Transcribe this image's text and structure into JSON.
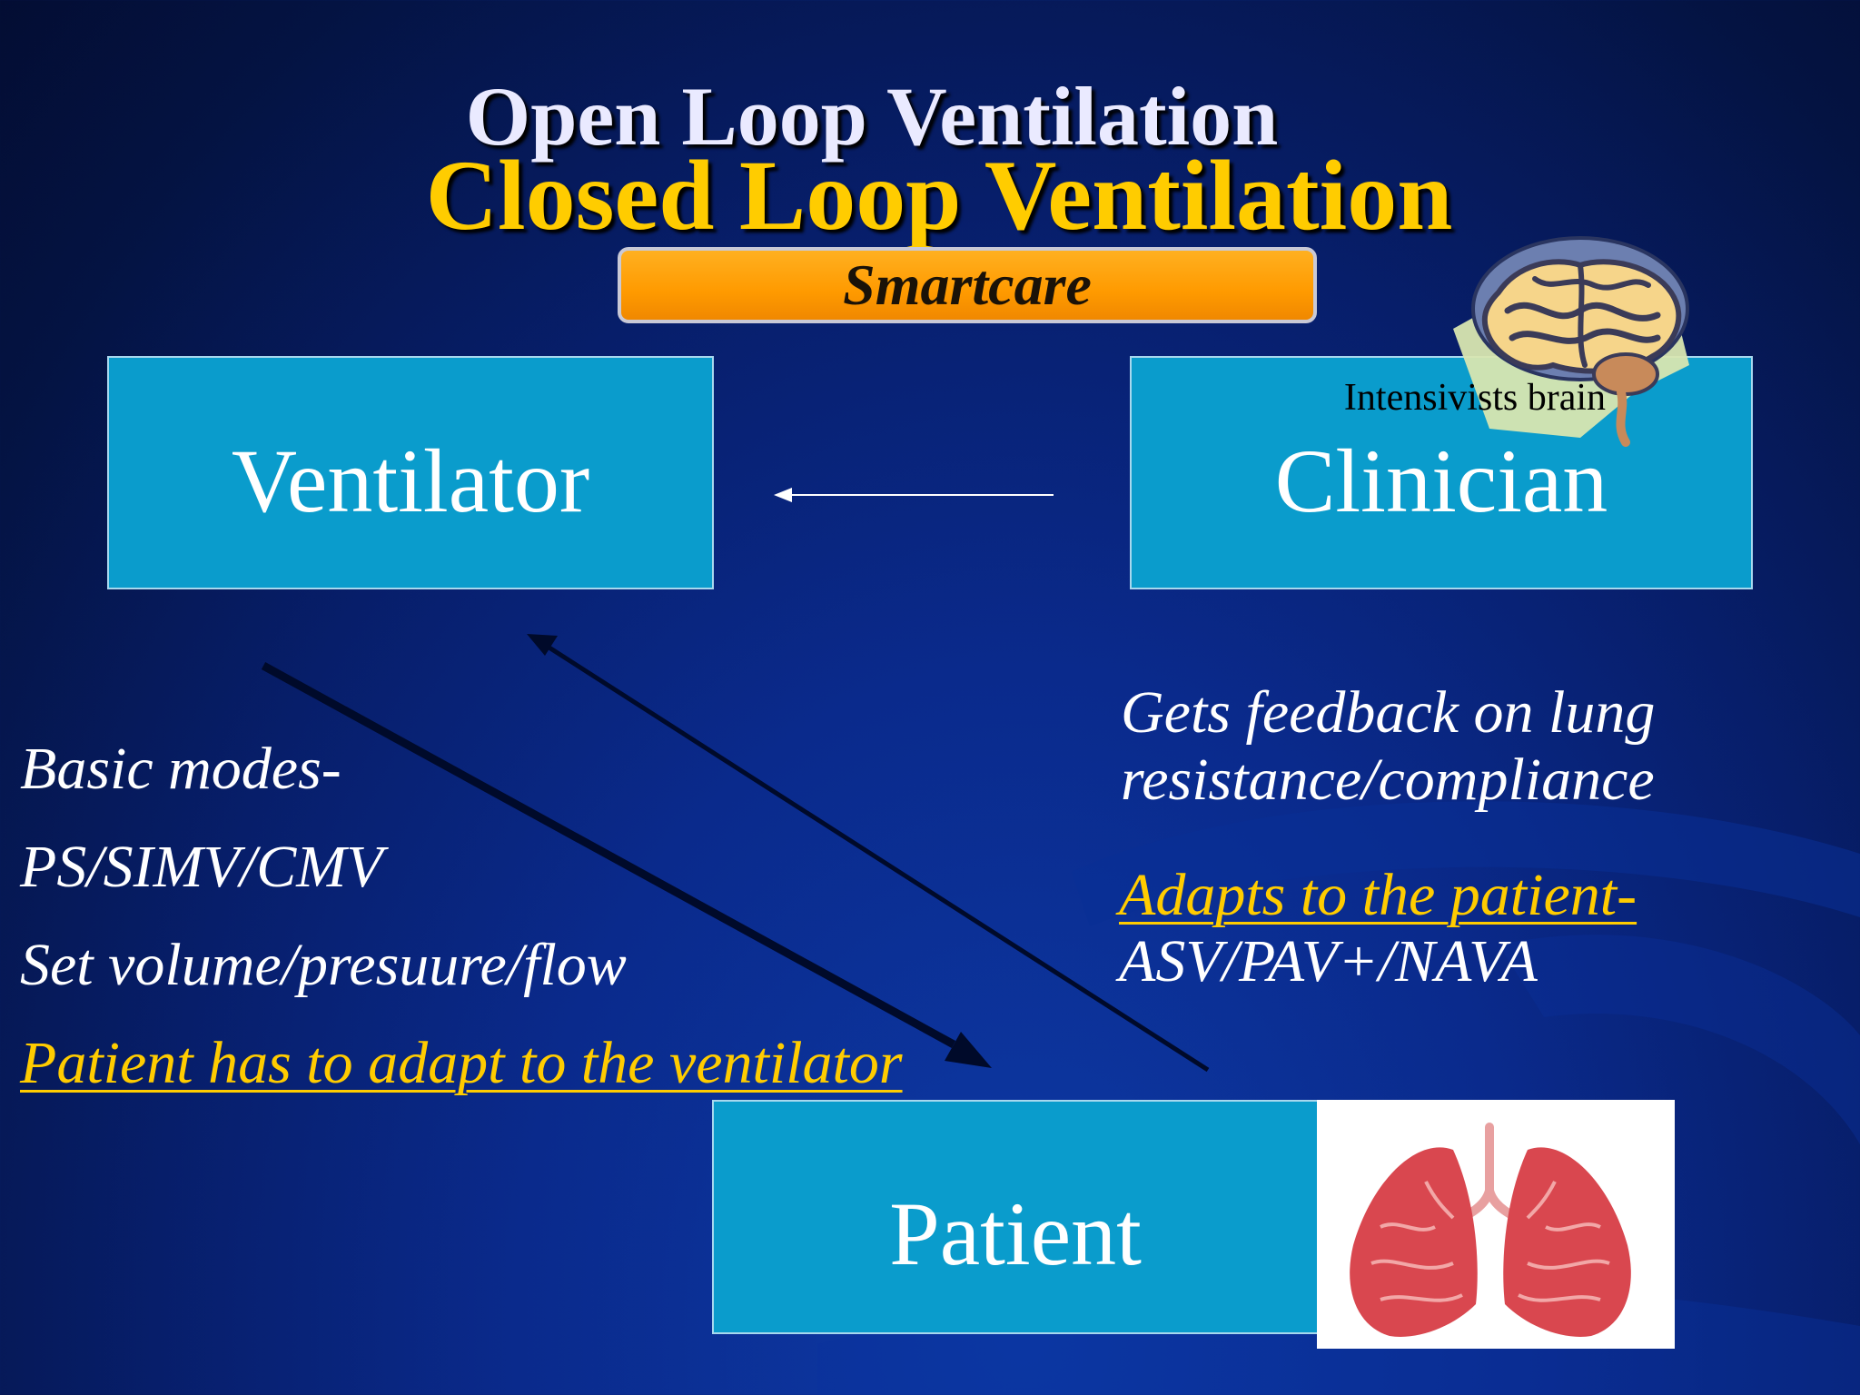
{
  "titles": {
    "open_loop": "Open  Loop Ventilation",
    "closed_loop": "Closed Loop Ventilation"
  },
  "badge": {
    "label": "Smartcare"
  },
  "boxes": {
    "ventilator": "Ventilator",
    "clinician": "Clinician",
    "patient": "Patient"
  },
  "brain_label": "Intensivists brain",
  "left_notes": {
    "line1": "Basic modes-",
    "line2": "PS/SIMV/CMV",
    "line3": "Set volume/presuure/flow",
    "line4": "Patient has to adapt to the ventilator"
  },
  "right_notes": {
    "line1": "Gets feedback on lung",
    "line2": "resistance/compliance",
    "line3": "Adapts to the patient-",
    "line4": "ASV/PAV+/NAVA"
  },
  "colors": {
    "background": "#071e6a",
    "box_fill": "#0a9ccc",
    "title_closed": "#ffcc00",
    "badge_fill": "#ff9a00",
    "highlight_text": "#ffcc00"
  },
  "icons": [
    "brain-icon",
    "lungs-icon"
  ]
}
